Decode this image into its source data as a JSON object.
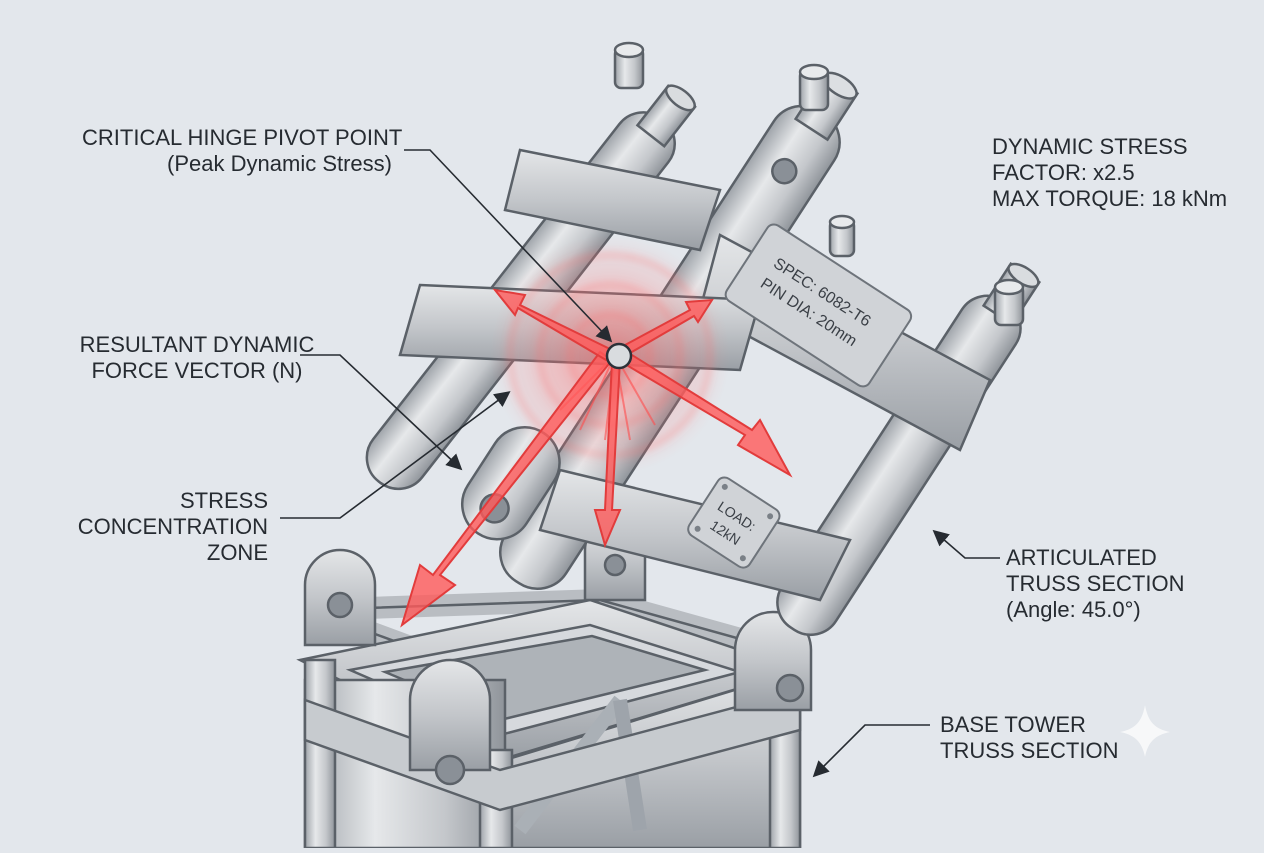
{
  "callouts": {
    "hinge_pivot": {
      "line1": "CRITICAL HINGE PIVOT POINT",
      "line2": "(Peak Dynamic Stress)"
    },
    "force_vector": {
      "line1": "RESULTANT DYNAMIC",
      "line2": "FORCE VECTOR (N)"
    },
    "stress_zone": {
      "line1": "STRESS",
      "line2": "CONCENTRATION",
      "line3": "ZONE"
    },
    "dynamic_stress": {
      "line1": "DYNAMIC STRESS",
      "line2": "FACTOR: x2.5",
      "line3": "MAX TORQUE: 18 kNm"
    },
    "articulated": {
      "line1": "ARTICULATED",
      "line2": "TRUSS SECTION",
      "line3": "(Angle: 45.0°)"
    },
    "base_tower": {
      "line1": "BASE TOWER",
      "line2": "TRUSS SECTION"
    }
  },
  "plates": {
    "spec": {
      "line1": "SPEC: 6082-T6",
      "line2": "PIN DIA: 20mm"
    },
    "load": {
      "line1": "LOAD:",
      "line2": "12kN"
    }
  },
  "colors": {
    "background": "#e3e7ec",
    "metal": "#c9ccd0",
    "stress": "#f05a5a",
    "text": "#262b31"
  },
  "icons": [
    "gemini-sparkle-icon"
  ]
}
